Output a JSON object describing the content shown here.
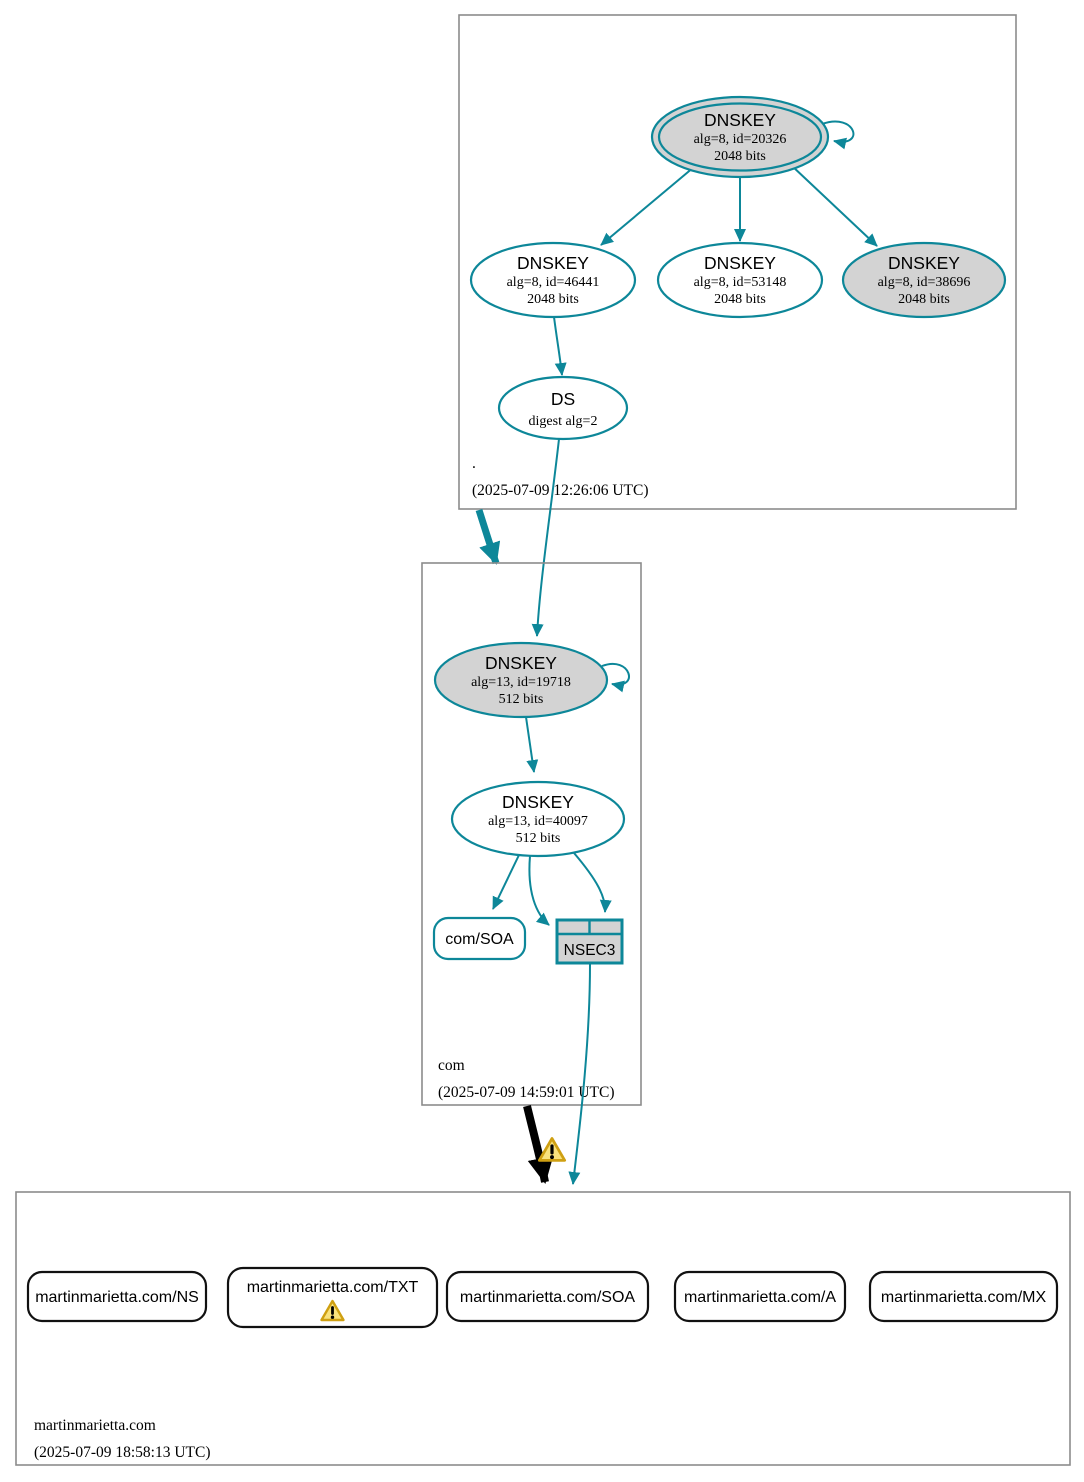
{
  "colors": {
    "secure_teal": "#0d8799",
    "insecure_black": "#000000",
    "zone_border_gray": "#8c8c8c",
    "node_fill_gray": "#d3d3d3",
    "warning_fill": "#f9e27d",
    "warning_border": "#cfa012"
  },
  "icons": {
    "warning": "warning-triangle"
  },
  "zones": {
    "root": {
      "name": ".",
      "timestamp": "(2025-07-09 12:26:06 UTC)",
      "nodes": {
        "ksk_20326": {
          "type": "DNSKEY",
          "detail": "alg=8, id=20326",
          "bits": "2048 bits"
        },
        "zsk_46441": {
          "type": "DNSKEY",
          "detail": "alg=8, id=46441",
          "bits": "2048 bits"
        },
        "zsk_53148": {
          "type": "DNSKEY",
          "detail": "alg=8, id=53148",
          "bits": "2048 bits"
        },
        "ksk_38696": {
          "type": "DNSKEY",
          "detail": "alg=8, id=38696",
          "bits": "2048 bits"
        },
        "ds": {
          "type": "DS",
          "detail": "digest alg=2"
        }
      }
    },
    "com": {
      "name": "com",
      "timestamp": "(2025-07-09 14:59:01 UTC)",
      "nodes": {
        "ksk_19718": {
          "type": "DNSKEY",
          "detail": "alg=13, id=19718",
          "bits": "512 bits"
        },
        "zsk_40097": {
          "type": "DNSKEY",
          "detail": "alg=13, id=40097",
          "bits": "512 bits"
        },
        "soa": {
          "label": "com/SOA"
        },
        "nsec3": {
          "label": "NSEC3"
        }
      }
    },
    "martinmarietta": {
      "name": "martinmarietta.com",
      "timestamp": "(2025-07-09 18:58:13 UTC)",
      "rrsets": [
        {
          "label": "martinmarietta.com/NS"
        },
        {
          "label": "martinmarietta.com/TXT"
        },
        {
          "label": "martinmarietta.com/SOA"
        },
        {
          "label": "martinmarietta.com/A"
        },
        {
          "label": "martinmarietta.com/MX"
        }
      ]
    }
  }
}
